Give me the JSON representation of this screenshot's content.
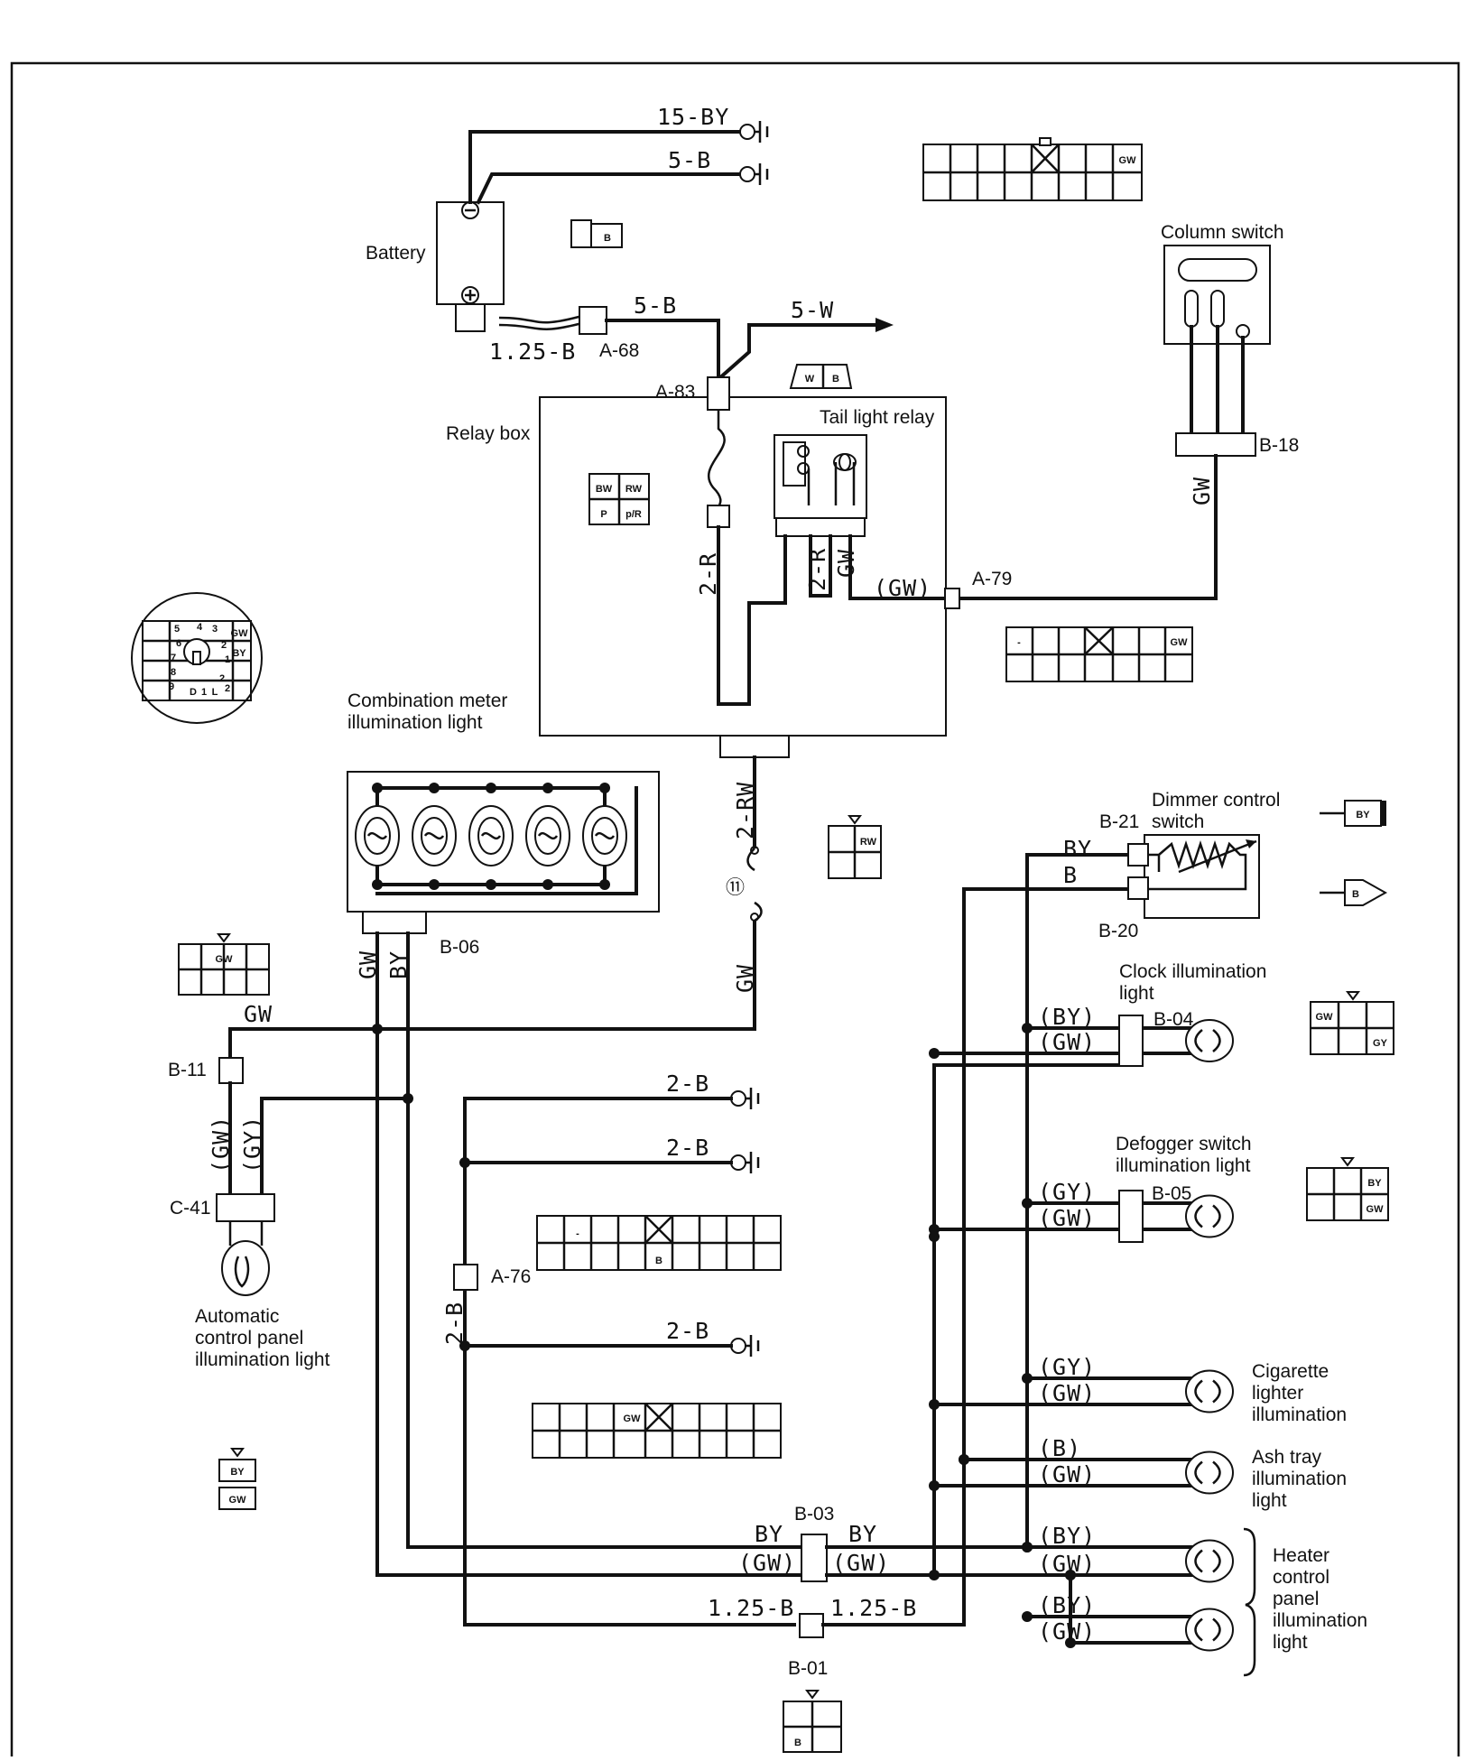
{
  "components": {
    "battery": "Battery",
    "relay_box": "Relay box",
    "tail_light_relay": "Tail light relay",
    "column_switch": "Column switch",
    "combination_meter": [
      "Combination meter",
      "illumination light"
    ],
    "dimmer_switch": [
      "Dimmer control",
      "switch"
    ],
    "clock_light": [
      "Clock illumination",
      "light"
    ],
    "defogger_light": [
      "Defogger switch",
      "illumination light"
    ],
    "cigarette_light": [
      "Cigarette",
      "lighter",
      "illumination"
    ],
    "ashtray_light": [
      "Ash tray",
      "illumination",
      "light"
    ],
    "heater_light": [
      "Heater",
      "control",
      "panel",
      "illumination",
      "light"
    ],
    "auto_panel_light": [
      "Automatic",
      "control panel",
      "illumination light"
    ]
  },
  "connectors": {
    "a68": "A-68",
    "a83": "A-83",
    "a79": "A-79",
    "a76": "A-76",
    "b18": "B-18",
    "b06": "B-06",
    "b21": "B-21",
    "b20": "B-20",
    "b04": "B-04",
    "b05": "B-05",
    "b11": "B-11",
    "c41": "C-41",
    "b03": "B-03",
    "b01": "B-01"
  },
  "wires": {
    "w_15by": "15-BY",
    "w_5b": "5-B",
    "w_5b_2": "5-B",
    "w_125b": "1.25-B",
    "w_5w": "5-W",
    "w_2r": "2-R",
    "w_2r_b": "2-R",
    "w_gw_v": "GW",
    "w_gw_paren": "(GW)",
    "w_gw_col": "GW",
    "w_2rw": "2-RW",
    "fuse_no": "⑪",
    "w_gw_fuse": "GW",
    "w_gw_h": "GW",
    "w_gw_b06": "GW",
    "w_by_b06": "BY",
    "w_gw_b11": "(GW)",
    "w_gy_b11": "(GY)",
    "w_2b_1": "2-B",
    "w_2b_2": "2-B",
    "w_2b_3": "2-B",
    "w_2b_v": "2-B",
    "w_by_dim": "BY",
    "w_b_dim": "B",
    "w_by_clk": "(BY)",
    "w_gw_clk": "(GW)",
    "w_gy_def": "(GY)",
    "w_gw_def": "(GW)",
    "w_gy_cig": "(GY)",
    "w_gw_cig": "(GW)",
    "w_b_ash": "(B)",
    "w_gw_ash": "(GW)",
    "w_by_h1": "(BY)",
    "w_gw_h1": "(GW)",
    "w_by_h2": "(BY)",
    "w_gw_h2": "(GW)",
    "w_by_b03l": "BY",
    "w_gw_b03l": "(GW)",
    "w_by_b03r": "BY",
    "w_gw_b03r": "(GW)",
    "w_125b_l": "1.25-B",
    "w_125b_r": "1.25-B"
  },
  "connector_faces": {
    "bat_face": "B",
    "a83_w": "W",
    "a83_b": "B",
    "relay_bw": "BW",
    "relay_rw": "RW",
    "relay_p": "P",
    "relay_pr": "p/R",
    "top_right_gw": "GW",
    "mid_right_gw": "GW",
    "mid_right_dash": "-",
    "ig_gw": "GW",
    "ig_by": "BY",
    "rw_face": "RW",
    "b06_face": "GW",
    "by_legend": "BY",
    "b_legend": "B",
    "clk_gw": "GW",
    "clk_gy": "GY",
    "def_by": "BY",
    "def_gw": "GW",
    "a76_b": "B",
    "a76_dash": "-",
    "low_gw": "GW",
    "c41_by": "BY",
    "c41_gw": "GW",
    "b01_face": "B"
  },
  "ignition_pins": [
    "5",
    "4",
    "3",
    "6",
    "2",
    "7",
    "1",
    "8",
    "2",
    "9",
    "D",
    "1",
    "L",
    "2"
  ]
}
